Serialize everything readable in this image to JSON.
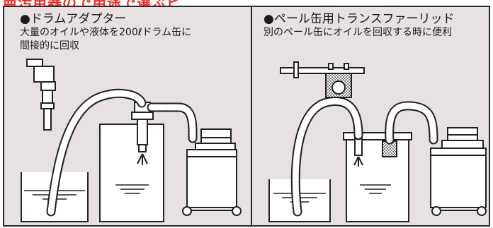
{
  "header": {
    "partial_title": "亜汚用器ので用途で選ぶビ"
  },
  "panels": [
    {
      "title": "●ドラムアダプター",
      "desc_line1": "大量のオイルや液体を200ℓドラム缶に",
      "desc_line2": "間接的に回収"
    },
    {
      "title": "●ペール缶用トランスファーリッド",
      "desc_line1": "別のペール缶にオイルを回収する時に便利"
    }
  ],
  "colors": {
    "background": "#e7e1e1",
    "accent": "#e8312b",
    "ink": "#1a1a1a"
  }
}
